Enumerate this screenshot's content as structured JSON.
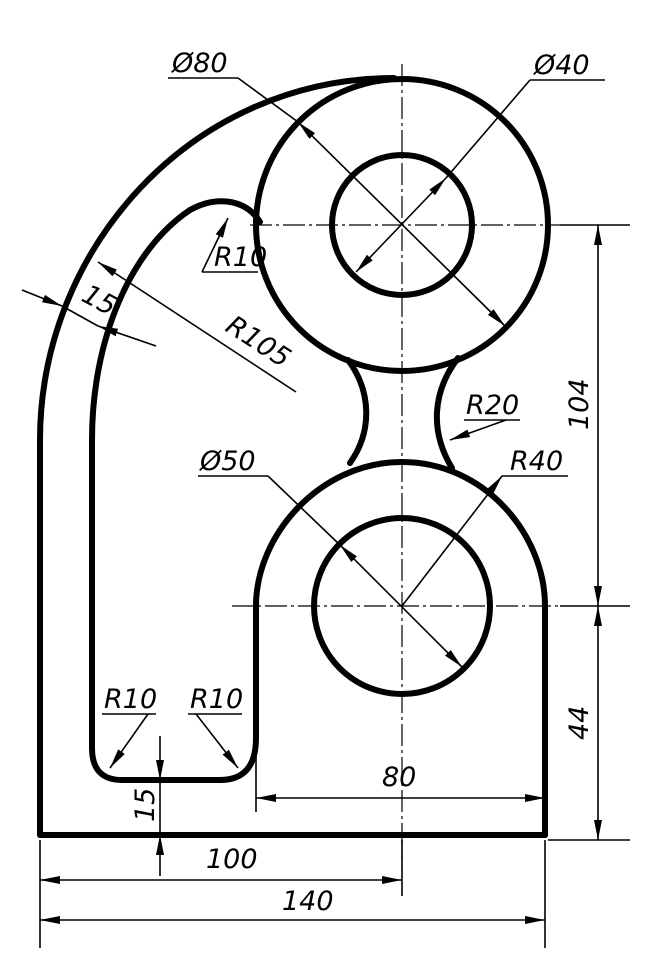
{
  "dimensions": {
    "dia_80": "Ø80",
    "dia_40": "Ø40",
    "dia_50": "Ø50",
    "r10_top": "R10",
    "r10_left": "R10",
    "r10_right": "R10",
    "r20": "R20",
    "r40": "R40",
    "r105": "R105",
    "width_15": "15",
    "base_15": "15",
    "h_104": "104",
    "h_44": "44",
    "w_80": "80",
    "w_100": "100",
    "w_140": "140"
  },
  "colors": {
    "ink": "#000000",
    "paper": "#ffffff"
  }
}
